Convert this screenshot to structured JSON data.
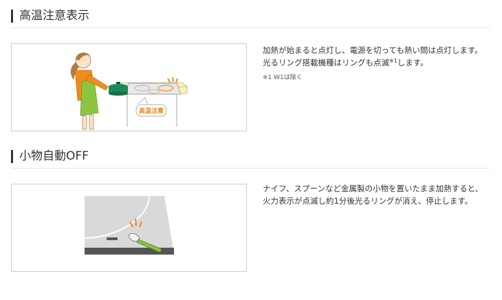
{
  "sections": [
    {
      "title": "高温注意表示",
      "illustration_label": "高温注意",
      "lines": [
        {
          "text": "加熱が始まると点灯し、電源を切っても熱い間は点灯します。",
          "sup": "",
          "after": ""
        },
        {
          "text": "光るリング搭載機種はリングも点滅",
          "sup": "※1",
          "after": "します。"
        }
      ],
      "footnote": "※1 W1は除く"
    },
    {
      "title": "小物自動OFF",
      "lines": [
        {
          "text": "ナイフ、スプーンなど金属製の小物を置いたまま加熱すると、"
        },
        {
          "text": "火力表示が点滅し約1分後光るリングが消え、停止します。"
        }
      ]
    }
  ],
  "colors": {
    "accent_orange": "#f08c1e",
    "countertop_yellow": "#fbf1b4",
    "label_orange": "#e8871e",
    "pot_green": "#1a8a5a",
    "apron_green": "#8cc63f",
    "cooktop_gray": "#d9d9d9",
    "spoon_green": "#8cc63f"
  },
  "icons": [
    "woman-cooking-illustration",
    "cooktop-illustration",
    "heat-indicator-icon",
    "spoon-illustration"
  ]
}
